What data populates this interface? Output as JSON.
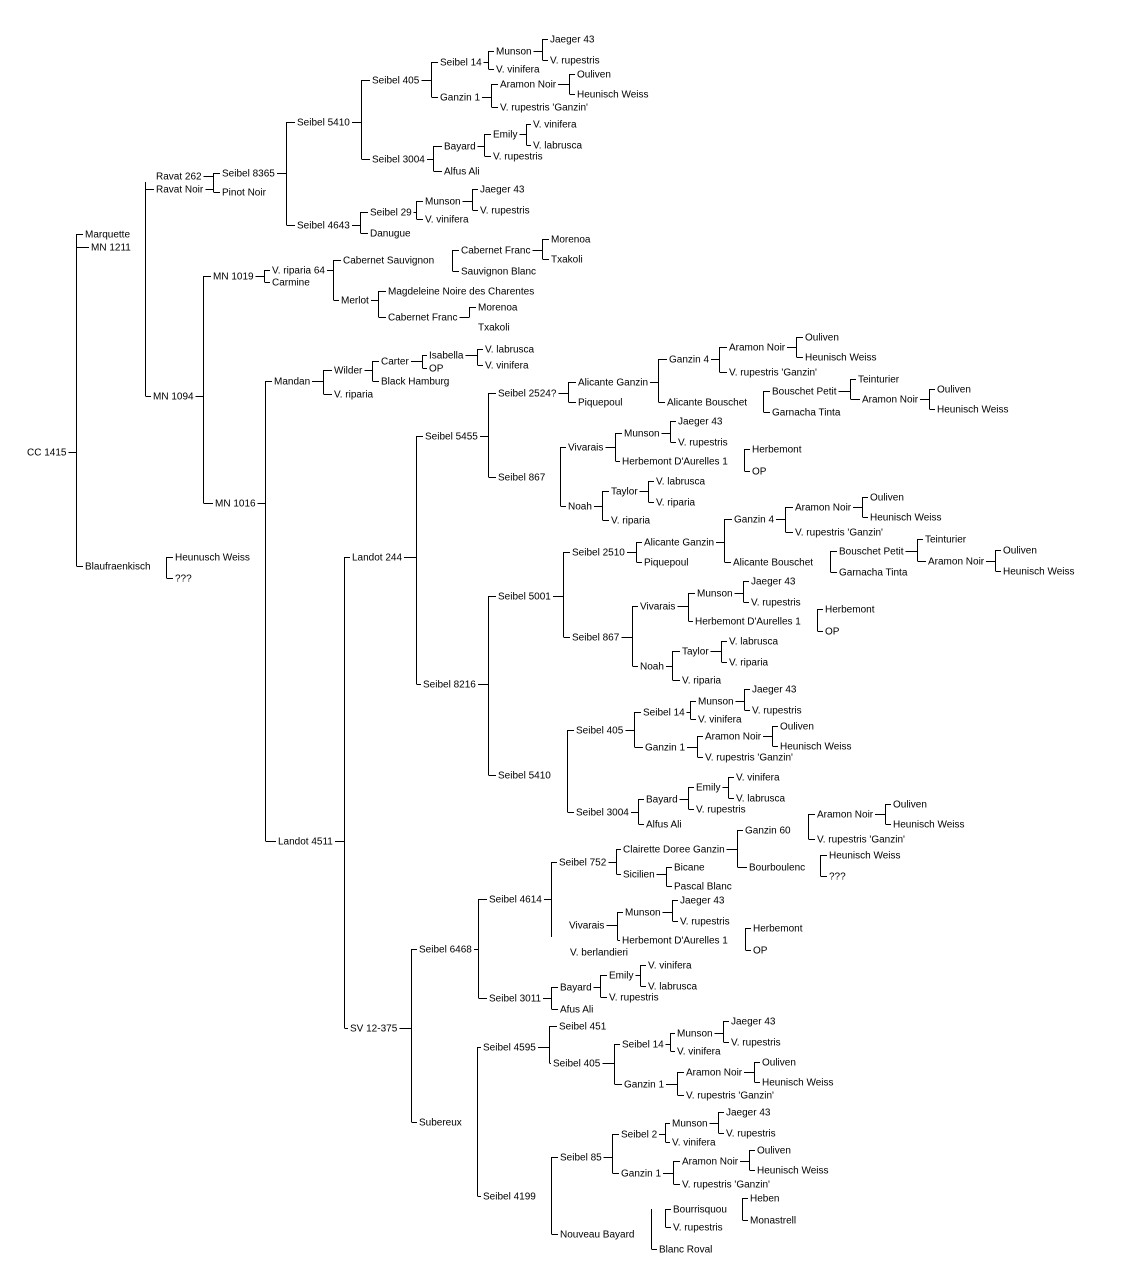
{
  "nodes": [
    {
      "id": "n0",
      "label": "CC 1415",
      "parent": null
    },
    {
      "id": "n1",
      "label": "Marquette",
      "parent": "n0"
    },
    {
      "id": "n2",
      "label": "MN 1211",
      "parent": null
    },
    {
      "id": "n3",
      "label": "Blaufraenkisch",
      "parent": "n0"
    },
    {
      "id": "n4",
      "label": "Ravat 262",
      "parent": "n1"
    },
    {
      "id": "n5",
      "label": "Ravat Noir",
      "parent": null
    },
    {
      "id": "n6",
      "label": "MN 1094",
      "parent": "n1"
    },
    {
      "id": "n7",
      "label": "Seibel 8365",
      "parent": "n4"
    },
    {
      "id": "n8",
      "label": "Pinot Noir",
      "parent": "n4"
    },
    {
      "id": "n9",
      "label": "Seibel 5410",
      "parent": "n7"
    },
    {
      "id": "n10",
      "label": "Seibel 4643",
      "parent": "n7"
    },
    {
      "id": "n11",
      "label": "Seibel 405",
      "parent": "n9"
    },
    {
      "id": "n12",
      "label": "Seibel 3004",
      "parent": "n9"
    },
    {
      "id": "n13",
      "label": "Seibel 14",
      "parent": "n11"
    },
    {
      "id": "n14",
      "label": "Ganzin 1",
      "parent": "n11"
    },
    {
      "id": "n15",
      "label": "Munson",
      "parent": "n13"
    },
    {
      "id": "n16",
      "label": "V. vinifera",
      "parent": "n13"
    },
    {
      "id": "n17",
      "label": "Jaeger 43",
      "parent": "n15"
    },
    {
      "id": "n18",
      "label": "V. rupestris",
      "parent": "n15"
    },
    {
      "id": "n19",
      "label": "Aramon Noir",
      "parent": "n14"
    },
    {
      "id": "n20",
      "label": "V. rupestris 'Ganzin'",
      "parent": "n14"
    },
    {
      "id": "n21",
      "label": "Ouliven",
      "parent": "n19"
    },
    {
      "id": "n22",
      "label": "Heunisch Weiss",
      "parent": "n19"
    },
    {
      "id": "n23",
      "label": "Bayard",
      "parent": "n12"
    },
    {
      "id": "n24",
      "label": "Alfus Ali",
      "parent": "n12"
    },
    {
      "id": "n25",
      "label": "Emily",
      "parent": "n23"
    },
    {
      "id": "n26",
      "label": "V. rupestris",
      "parent": "n23"
    },
    {
      "id": "n27",
      "label": "V. vinifera",
      "parent": "n25"
    },
    {
      "id": "n28",
      "label": "V. labrusca",
      "parent": "n25"
    },
    {
      "id": "n29",
      "label": "Seibel 29",
      "parent": "n10"
    },
    {
      "id": "n30",
      "label": "Danugue",
      "parent": "n10"
    },
    {
      "id": "n31",
      "label": "Munson",
      "parent": "n29"
    },
    {
      "id": "n32",
      "label": "V. vinifera",
      "parent": "n29"
    },
    {
      "id": "n33",
      "label": "Jaeger 43",
      "parent": "n31"
    },
    {
      "id": "n34",
      "label": "V. rupestris",
      "parent": "n31"
    },
    {
      "id": "n35",
      "label": "MN 1019",
      "parent": "n6"
    },
    {
      "id": "n36",
      "label": "MN 1016",
      "parent": "n6"
    },
    {
      "id": "n37",
      "label": "V. riparia 64",
      "parent": "n35"
    },
    {
      "id": "n38",
      "label": "Carmine",
      "parent": "n35"
    },
    {
      "id": "n39",
      "label": "Cabernet Sauvignon",
      "parent": "n38"
    },
    {
      "id": "n40",
      "label": "Merlot",
      "parent": "n38"
    },
    {
      "id": "n41",
      "label": "Cabernet Franc",
      "parent": "n39"
    },
    {
      "id": "n42",
      "label": "Sauvignon Blanc",
      "parent": "n39"
    },
    {
      "id": "n43",
      "label": "Morenoa",
      "parent": "n41"
    },
    {
      "id": "n44",
      "label": "Txakoli",
      "parent": "n41"
    },
    {
      "id": "n45",
      "label": "Magdeleine Noire des Charentes",
      "parent": "n40"
    },
    {
      "id": "n46",
      "label": "Cabernet Franc",
      "parent": "n40"
    },
    {
      "id": "n47",
      "label": "Morenoa",
      "parent": "n46"
    },
    {
      "id": "n48",
      "label": "Txakoli",
      "parent": "n46"
    },
    {
      "id": "n49",
      "label": "Mandan",
      "parent": "n36"
    },
    {
      "id": "n50",
      "label": "Landot 4511",
      "parent": "n36"
    },
    {
      "id": "n51",
      "label": "Wilder",
      "parent": "n49"
    },
    {
      "id": "n52",
      "label": "V. riparia",
      "parent": "n49"
    },
    {
      "id": "n53",
      "label": "Carter",
      "parent": "n51"
    },
    {
      "id": "n54",
      "label": "Black Hamburg",
      "parent": "n51"
    },
    {
      "id": "n55",
      "label": "Isabella",
      "parent": "n53"
    },
    {
      "id": "n56",
      "label": "OP",
      "parent": "n53"
    },
    {
      "id": "n57",
      "label": "V. labrusca",
      "parent": "n55"
    },
    {
      "id": "n58",
      "label": "V. vinifera",
      "parent": "n55"
    },
    {
      "id": "n59",
      "label": "Landot 244",
      "parent": "n50"
    },
    {
      "id": "n60",
      "label": "SV 12-375",
      "parent": "n50"
    },
    {
      "id": "n61",
      "label": "Seibel 5455",
      "parent": "n59"
    },
    {
      "id": "n62",
      "label": "Seibel 8216",
      "parent": "n59"
    },
    {
      "id": "n63",
      "label": "Seibel 2524?",
      "parent": "n61"
    },
    {
      "id": "n64",
      "label": "Seibel 867",
      "parent": "n61"
    },
    {
      "id": "n65",
      "label": "Alicante Ganzin",
      "parent": "n63"
    },
    {
      "id": "n66",
      "label": "Piquepoul",
      "parent": "n63"
    },
    {
      "id": "n67",
      "label": "Ganzin 4",
      "parent": "n65"
    },
    {
      "id": "n68",
      "label": "Alicante Bouschet",
      "parent": "n65"
    },
    {
      "id": "n69",
      "label": "Aramon Noir",
      "parent": "n67"
    },
    {
      "id": "n70",
      "label": "V. rupestris 'Ganzin'",
      "parent": "n67"
    },
    {
      "id": "n71",
      "label": "Ouliven",
      "parent": "n69"
    },
    {
      "id": "n72",
      "label": "Heunisch Weiss",
      "parent": "n69"
    },
    {
      "id": "n73",
      "label": "Bouschet Petit",
      "parent": "n68"
    },
    {
      "id": "n74",
      "label": "Garnacha Tinta",
      "parent": "n68"
    },
    {
      "id": "n75",
      "label": "Teinturier",
      "parent": "n73"
    },
    {
      "id": "n76",
      "label": "Aramon Noir",
      "parent": "n73"
    },
    {
      "id": "n77",
      "label": "Ouliven",
      "parent": "n76"
    },
    {
      "id": "n78",
      "label": "Heunisch Weiss",
      "parent": "n76"
    },
    {
      "id": "n79",
      "label": "Vivarais",
      "parent": "n64"
    },
    {
      "id": "n80",
      "label": "Noah",
      "parent": "n64"
    },
    {
      "id": "n81",
      "label": "Munson",
      "parent": "n79"
    },
    {
      "id": "n82",
      "label": "Herbemont D'Aurelles 1",
      "parent": "n79"
    },
    {
      "id": "n83",
      "label": "Jaeger 43",
      "parent": "n81"
    },
    {
      "id": "n84",
      "label": "V. rupestris",
      "parent": "n81"
    },
    {
      "id": "n85",
      "label": "Herbemont",
      "parent": "n82"
    },
    {
      "id": "n86",
      "label": "OP",
      "parent": "n82"
    },
    {
      "id": "n87",
      "label": "Taylor",
      "parent": "n80"
    },
    {
      "id": "n88",
      "label": "V. riparia",
      "parent": "n80"
    },
    {
      "id": "n89",
      "label": "V. labrusca",
      "parent": "n87"
    },
    {
      "id": "n90",
      "label": "V. riparia",
      "parent": "n87"
    },
    {
      "id": "n91",
      "label": "Seibel 5001",
      "parent": "n62"
    },
    {
      "id": "n92",
      "label": "Seibel 5410",
      "parent": "n62"
    },
    {
      "id": "n93",
      "label": "Seibel 2510",
      "parent": "n91"
    },
    {
      "id": "n94",
      "label": "Seibel 867",
      "parent": "n91"
    },
    {
      "id": "n95",
      "label": "Alicante Ganzin",
      "parent": "n93"
    },
    {
      "id": "n96",
      "label": "Piquepoul",
      "parent": "n93"
    },
    {
      "id": "n97",
      "label": "Ganzin 4",
      "parent": "n95"
    },
    {
      "id": "n98",
      "label": "Alicante Bouschet",
      "parent": "n95"
    },
    {
      "id": "n99",
      "label": "Aramon Noir",
      "parent": "n97"
    },
    {
      "id": "n100",
      "label": "V. rupestris 'Ganzin'",
      "parent": "n97"
    },
    {
      "id": "n101",
      "label": "Ouliven",
      "parent": "n99"
    },
    {
      "id": "n102",
      "label": "Heunisch Weiss",
      "parent": "n99"
    },
    {
      "id": "n103",
      "label": "Bouschet Petit",
      "parent": "n98"
    },
    {
      "id": "n104",
      "label": "Garnacha Tinta",
      "parent": "n98"
    },
    {
      "id": "n105",
      "label": "Teinturier",
      "parent": "n103"
    },
    {
      "id": "n106",
      "label": "Aramon Noir",
      "parent": "n103"
    },
    {
      "id": "n107",
      "label": "Ouliven",
      "parent": "n106"
    },
    {
      "id": "n108",
      "label": "Heunisch Weiss",
      "parent": "n106"
    },
    {
      "id": "n109",
      "label": "Vivarais",
      "parent": "n94"
    },
    {
      "id": "n110",
      "label": "Noah",
      "parent": "n94"
    },
    {
      "id": "n111",
      "label": "Munson",
      "parent": "n109"
    },
    {
      "id": "n112",
      "label": "Herbemont D'Aurelles 1",
      "parent": "n109"
    },
    {
      "id": "n113",
      "label": "Jaeger 43",
      "parent": "n111"
    },
    {
      "id": "n114",
      "label": "V. rupestris",
      "parent": "n111"
    },
    {
      "id": "n115",
      "label": "Herbemont",
      "parent": "n112"
    },
    {
      "id": "n116",
      "label": "OP",
      "parent": "n112"
    },
    {
      "id": "n117",
      "label": "Taylor",
      "parent": "n110"
    },
    {
      "id": "n118",
      "label": "V. riparia",
      "parent": "n110"
    },
    {
      "id": "n119",
      "label": "V. labrusca",
      "parent": "n117"
    },
    {
      "id": "n120",
      "label": "V. riparia",
      "parent": "n117"
    },
    {
      "id": "n121",
      "label": "Seibel 405",
      "parent": "n92"
    },
    {
      "id": "n122",
      "label": "Seibel 3004",
      "parent": "n92"
    },
    {
      "id": "n123",
      "label": "Seibel 14",
      "parent": "n121"
    },
    {
      "id": "n124",
      "label": "Ganzin 1",
      "parent": "n121"
    },
    {
      "id": "n125",
      "label": "Munson",
      "parent": "n123"
    },
    {
      "id": "n126",
      "label": "V. vinifera",
      "parent": "n123"
    },
    {
      "id": "n127",
      "label": "Jaeger 43",
      "parent": "n125"
    },
    {
      "id": "n128",
      "label": "V. rupestris",
      "parent": "n125"
    },
    {
      "id": "n129",
      "label": "Aramon Noir",
      "parent": "n124"
    },
    {
      "id": "n130",
      "label": "V. rupestris 'Ganzin'",
      "parent": "n124"
    },
    {
      "id": "n131",
      "label": "Ouliven",
      "parent": "n129"
    },
    {
      "id": "n132",
      "label": "Heunisch Weiss",
      "parent": "n129"
    },
    {
      "id": "n133",
      "label": "Bayard",
      "parent": "n122"
    },
    {
      "id": "n134",
      "label": "Alfus Ali",
      "parent": "n122"
    },
    {
      "id": "n135",
      "label": "Emily",
      "parent": "n133"
    },
    {
      "id": "n136",
      "label": "V. rupestris",
      "parent": "n133"
    },
    {
      "id": "n137",
      "label": "V. vinifera",
      "parent": "n135"
    },
    {
      "id": "n138",
      "label": "V. labrusca",
      "parent": "n135"
    },
    {
      "id": "n139",
      "label": "Seibel 6468",
      "parent": "n60"
    },
    {
      "id": "n140",
      "label": "Subereux",
      "parent": "n60"
    },
    {
      "id": "n141",
      "label": "Seibel 4614",
      "parent": "n139"
    },
    {
      "id": "n142",
      "label": "Seibel 3011",
      "parent": "n139"
    },
    {
      "id": "n143",
      "label": "Seibel 752",
      "parent": "n141"
    },
    {
      "id": "n144",
      "label": "Vivarais",
      "parent": "n141"
    },
    {
      "id": "n145",
      "label": "Clairette Doree Ganzin",
      "parent": "n143"
    },
    {
      "id": "n146",
      "label": "Sicilien",
      "parent": "n143"
    },
    {
      "id": "n147",
      "label": "Ganzin 60",
      "parent": "n145"
    },
    {
      "id": "n148",
      "label": "Bourboulenc",
      "parent": "n145"
    },
    {
      "id": "n149",
      "label": "Aramon Noir",
      "parent": "n147"
    },
    {
      "id": "n150",
      "label": "V. rupestris 'Ganzin'",
      "parent": "n147"
    },
    {
      "id": "n151",
      "label": "Ouliven",
      "parent": "n149"
    },
    {
      "id": "n152",
      "label": "Heunisch Weiss",
      "parent": "n149"
    },
    {
      "id": "n153",
      "label": "Heunisch Weiss",
      "parent": "n148"
    },
    {
      "id": "n154",
      "label": "???",
      "parent": "n148"
    },
    {
      "id": "n155",
      "label": "Bicane",
      "parent": "n146"
    },
    {
      "id": "n156",
      "label": "Pascal Blanc",
      "parent": "n146"
    },
    {
      "id": "n157",
      "label": "Munson",
      "parent": "n144"
    },
    {
      "id": "n158",
      "label": "Herbemont D'Aurelles 1",
      "parent": "n144"
    },
    {
      "id": "n159",
      "label": "V. berlandieri",
      "parent": "n141"
    },
    {
      "id": "n160",
      "label": "Jaeger 43",
      "parent": "n157"
    },
    {
      "id": "n161",
      "label": "V. rupestris",
      "parent": "n157"
    },
    {
      "id": "n162",
      "label": "Herbemont",
      "parent": "n158"
    },
    {
      "id": "n163",
      "label": "OP",
      "parent": "n158"
    },
    {
      "id": "n164",
      "label": "Bayard",
      "parent": "n142"
    },
    {
      "id": "n165",
      "label": "Afus Ali",
      "parent": "n142"
    },
    {
      "id": "n166",
      "label": "Emily",
      "parent": "n164"
    },
    {
      "id": "n167",
      "label": "V. rupestris",
      "parent": "n164"
    },
    {
      "id": "n168",
      "label": "V. vinifera",
      "parent": "n166"
    },
    {
      "id": "n169",
      "label": "V. labrusca",
      "parent": "n166"
    },
    {
      "id": "n170",
      "label": "Seibel 4595",
      "parent": "n140"
    },
    {
      "id": "n171",
      "label": "Seibel 4199",
      "parent": "n140"
    },
    {
      "id": "n172",
      "label": "Seibel 451",
      "parent": "n170"
    },
    {
      "id": "n173",
      "label": "Seibel 405",
      "parent": "n170"
    },
    {
      "id": "n174",
      "label": "Seibel 14",
      "parent": "n173"
    },
    {
      "id": "n175",
      "label": "Ganzin 1",
      "parent": "n173"
    },
    {
      "id": "n176",
      "label": "Munson",
      "parent": "n174"
    },
    {
      "id": "n177",
      "label": "V. vinifera",
      "parent": "n174"
    },
    {
      "id": "n178",
      "label": "Jaeger 43",
      "parent": "n176"
    },
    {
      "id": "n179",
      "label": "V. rupestris",
      "parent": "n176"
    },
    {
      "id": "n180",
      "label": "Aramon Noir",
      "parent": "n175"
    },
    {
      "id": "n181",
      "label": "V. rupestris 'Ganzin'",
      "parent": "n175"
    },
    {
      "id": "n182",
      "label": "Ouliven",
      "parent": "n180"
    },
    {
      "id": "n183",
      "label": "Heunisch Weiss",
      "parent": "n180"
    },
    {
      "id": "n184",
      "label": "Seibel 85",
      "parent": "n171"
    },
    {
      "id": "n185",
      "label": "Nouveau Bayard",
      "parent": "n171"
    },
    {
      "id": "n186",
      "label": "Seibel 2",
      "parent": "n184"
    },
    {
      "id": "n187",
      "label": "Ganzin 1",
      "parent": "n184"
    },
    {
      "id": "n188",
      "label": "Munson",
      "parent": "n186"
    },
    {
      "id": "n189",
      "label": "V. vinifera",
      "parent": "n186"
    },
    {
      "id": "n190",
      "label": "Jaeger 43",
      "parent": "n188"
    },
    {
      "id": "n191",
      "label": "V. rupestris",
      "parent": "n188"
    },
    {
      "id": "n192",
      "label": "Aramon Noir",
      "parent": "n187"
    },
    {
      "id": "n193",
      "label": "V. rupestris 'Ganzin'",
      "parent": "n187"
    },
    {
      "id": "n194",
      "label": "Ouliven",
      "parent": "n192"
    },
    {
      "id": "n195",
      "label": "Heunisch Weiss",
      "parent": "n192"
    },
    {
      "id": "n196",
      "label": "Bourrisquou",
      "parent": "n185"
    },
    {
      "id": "n197",
      "label": "V. rupestris",
      "parent": "n196"
    },
    {
      "id": "n198",
      "label": "Heben",
      "parent": "n196"
    },
    {
      "id": "n199",
      "label": "Monastrell",
      "parent": "n196"
    },
    {
      "id": "n200",
      "label": "Blanc Roval",
      "parent": "n185"
    },
    {
      "id": "n201",
      "label": "Heunusch Weiss",
      "parent": "n3"
    },
    {
      "id": "n202",
      "label": "???",
      "parent": "n3"
    }
  ]
}
